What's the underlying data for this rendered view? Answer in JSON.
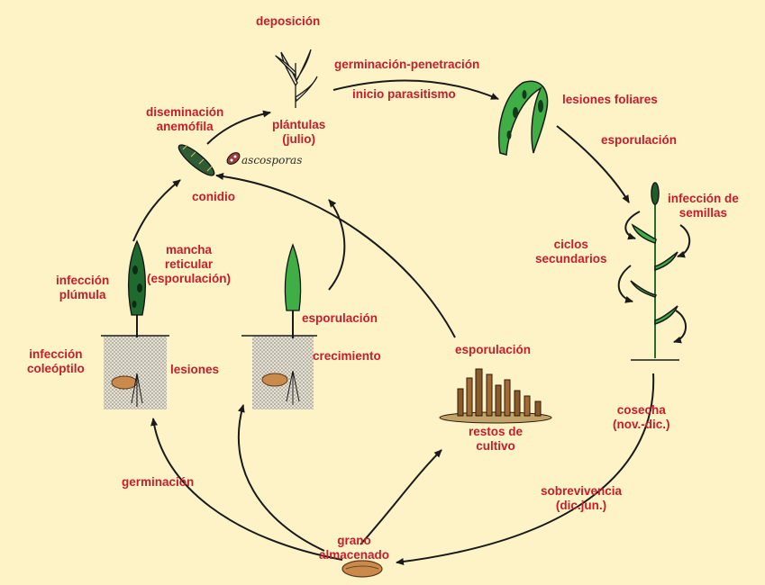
{
  "labels": {
    "deposicion": "deposición",
    "germinacion_penetracion": "germinación-penetración",
    "inicio_parasitismo": "inicio parasitismo",
    "lesiones_foliares": "lesiones foliares",
    "esporulacion_top": "esporulación",
    "diseminacion": "diseminación\nanemófila",
    "plantulas": "plántulas\n(julio)",
    "ascosporas": "ascosporas",
    "conidio": "conidio",
    "infeccion_semillas": "infección de\nsemillas",
    "ciclos_secundarios": "ciclos\nsecundarios",
    "mancha_reticular": "mancha\nreticular\n(esporulación)",
    "infeccion_plumula": "infección\nplúmula",
    "esporulacion_mid": "esporulación",
    "crecimiento": "crecimiento",
    "infeccion_coleoptilo": "infección\ncoleóptilo",
    "lesiones": "lesiones",
    "esporulacion_restos": "esporulación",
    "restos_cultivo": "restos de\ncultivo",
    "cosecha": "cosecha\n(nov.-dic.)",
    "germinacion": "germinación",
    "sobrevivencia": "sobrevivencia\n(dic.jun.)",
    "grano_almacenado": "grano\nalmacenado"
  },
  "colors": {
    "background": "#fdf3c6",
    "label": "#c41e2c",
    "arrow": "#1a1a1a",
    "leaf_green": "#3fae45",
    "leaf_dark": "#1f5e2a",
    "lesion": "#123a1e",
    "soil": "#9a9a9a",
    "seed": "#c98a4b"
  }
}
